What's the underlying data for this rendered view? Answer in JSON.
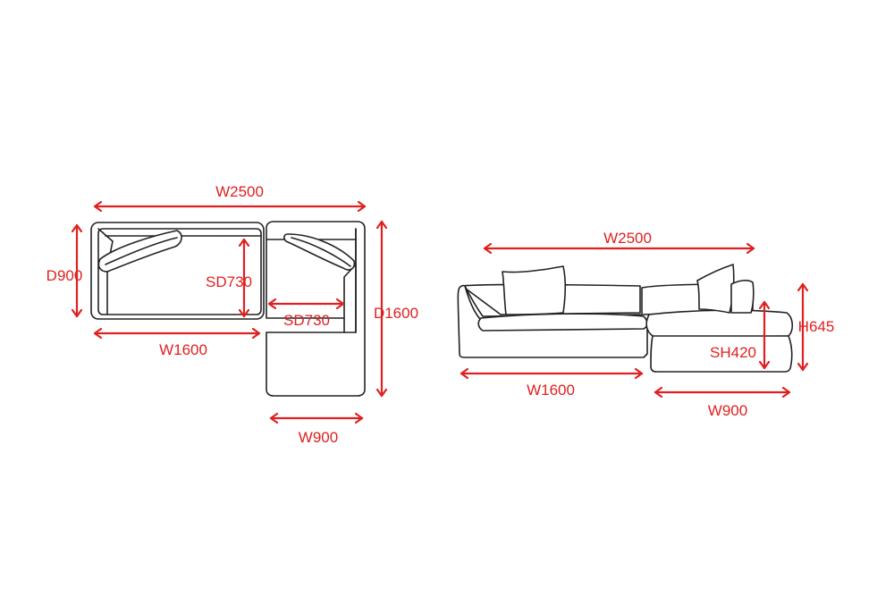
{
  "colors": {
    "dimension": "#e02020",
    "outline": "#222222",
    "background": "#ffffff"
  },
  "top_view": {
    "overall_width": "W2500",
    "main_depth": "D900",
    "seat_depth_main": "SD730",
    "seat_depth_chaise": "SD730",
    "total_depth": "D1600",
    "main_width": "W1600",
    "chaise_width": "W900"
  },
  "side_view": {
    "overall_width": "W2500",
    "height": "H645",
    "seat_height": "SH420",
    "main_width": "W1600",
    "chaise_width": "W900"
  }
}
